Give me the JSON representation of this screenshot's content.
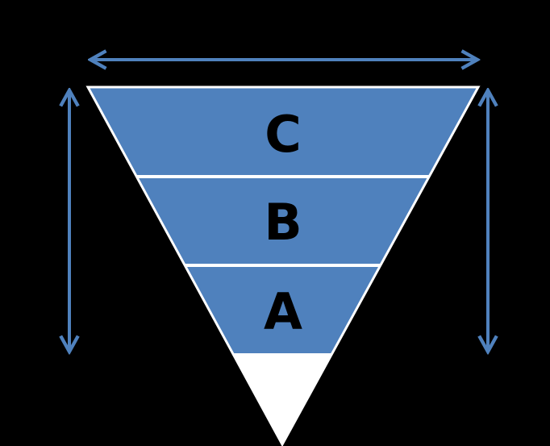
{
  "colors": {
    "background": "#000000",
    "band_fill": "#4F81BD",
    "tip_fill": "#FFFFFF",
    "divider": "#FFFFFF",
    "arrow": "#4F81BD",
    "label": "#000000"
  },
  "diagram": {
    "bands": [
      {
        "label": "C"
      },
      {
        "label": "B"
      },
      {
        "label": "A"
      }
    ],
    "arrows": [
      {
        "orientation": "horizontal",
        "icon": "double-arrow-horizontal-icon"
      },
      {
        "orientation": "vertical",
        "icon": "double-arrow-vertical-icon"
      },
      {
        "orientation": "vertical",
        "icon": "double-arrow-vertical-icon"
      }
    ]
  }
}
